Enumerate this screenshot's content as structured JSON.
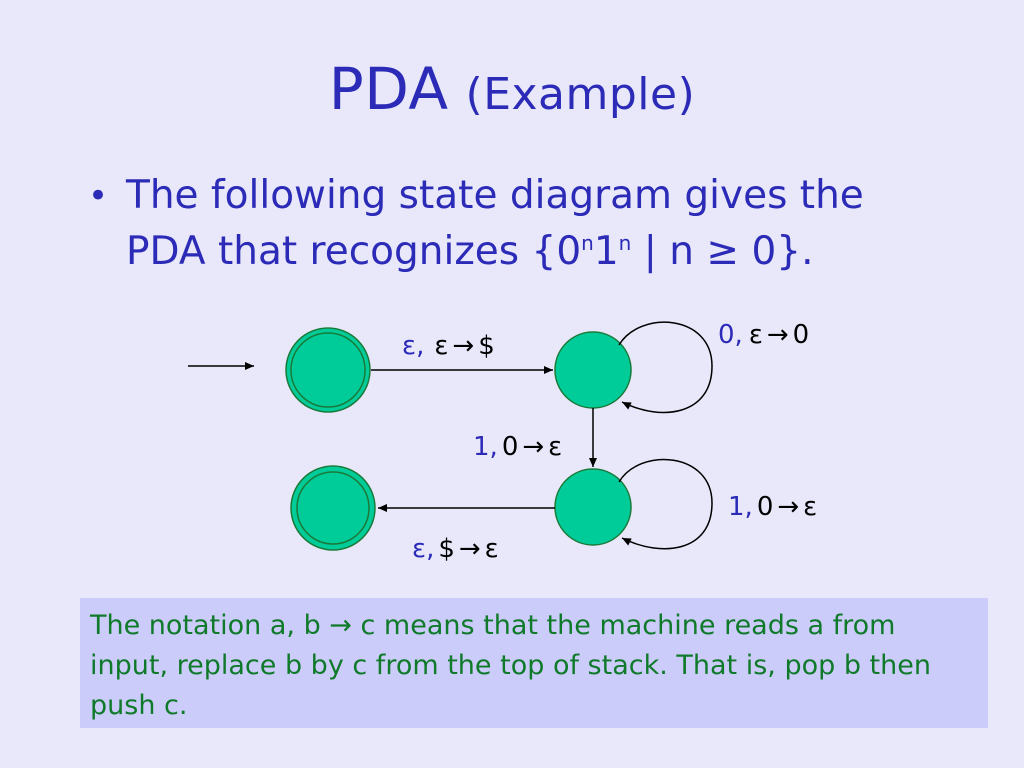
{
  "slide": {
    "title_main": "PDA",
    "title_paren": "(Example)",
    "bullet_line1": "The following state diagram gives the",
    "bullet_line2_prefix": "PDA that recognizes {0",
    "bullet_sup_n1": "n",
    "bullet_mid": "1",
    "bullet_sup_n2": "n",
    "bullet_line2_suffix": " | n ≥ 0}."
  },
  "diagram": {
    "transitions": {
      "q1_to_q2": {
        "symbol": "ε",
        "sep": ",",
        "pop": "ε",
        "arrow": "→",
        "push": "$"
      },
      "q2_self": {
        "symbol": "0",
        "sep": ",",
        "pop": "ε",
        "arrow": "→",
        "push": "0"
      },
      "q2_to_q3": {
        "symbol": "1",
        "sep": ",",
        "pop": "0",
        "arrow": "→",
        "push": "ε"
      },
      "q3_self": {
        "symbol": "1",
        "sep": ",",
        "pop": "0",
        "arrow": "→",
        "push": "ε"
      },
      "q3_to_q4": {
        "symbol": "ε",
        "sep": ",",
        "pop": "$",
        "arrow": "→",
        "push": "ε"
      }
    },
    "colors": {
      "state_fill": "#00cc99",
      "state_stroke": "#1a7a3a",
      "edge": "#000000",
      "label_symbol": "#2b2bb8"
    }
  },
  "note": {
    "text": "The notation a, b → c means that the machine reads a from input, replace b by c from the top of stack.  That is, pop b then push c."
  }
}
